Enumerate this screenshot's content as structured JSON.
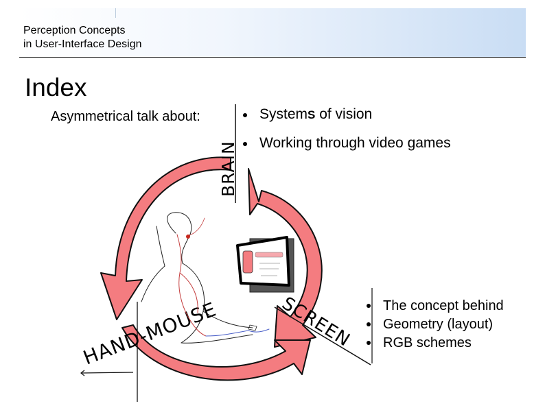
{
  "header": {
    "title_line1": "Perception Concepts",
    "title_line2": "in User-Interface Design"
  },
  "slide": {
    "title": "Index",
    "intro": "Asymmetrical talk about:",
    "top_bullets": [
      {
        "prefix": "System",
        "emphasis": "S",
        "suffix": " of vision"
      },
      {
        "text": "Working through video games"
      }
    ],
    "bottom_bullets": [
      {
        "text": "The concept behind"
      },
      {
        "text": "Geometry (layout)"
      },
      {
        "text": "RGB schemes"
      }
    ]
  },
  "diagram": {
    "brain_label": "BRAIN",
    "screen_label": "SCREEN",
    "hand_mouse_label": "HAND-MOUSE",
    "arrow_color": "#f47c80",
    "arrow_outline": "#101010"
  }
}
